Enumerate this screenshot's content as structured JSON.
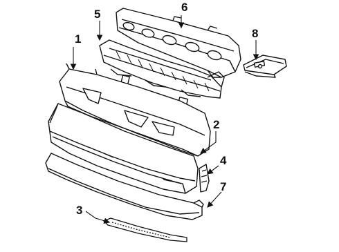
{
  "diagram": {
    "type": "exploded-parts-diagram",
    "colors": {
      "line": "#111111",
      "background": "#ffffff",
      "fill": "#ffffff"
    },
    "callouts": [
      {
        "id": "c1",
        "label": "1",
        "part": "bumper-cover-upper"
      },
      {
        "id": "c2",
        "label": "2",
        "part": "bumper-face-bar"
      },
      {
        "id": "c3",
        "label": "3",
        "part": "lower-molding-strip"
      },
      {
        "id": "c4",
        "label": "4",
        "part": "side-bracket"
      },
      {
        "id": "c5",
        "label": "5",
        "part": "energy-absorber"
      },
      {
        "id": "c6",
        "label": "6",
        "part": "reinforcement-bar"
      },
      {
        "id": "c7",
        "label": "7",
        "part": "lower-valance"
      },
      {
        "id": "c8",
        "label": "8",
        "part": "mounting-bracket"
      }
    ]
  }
}
